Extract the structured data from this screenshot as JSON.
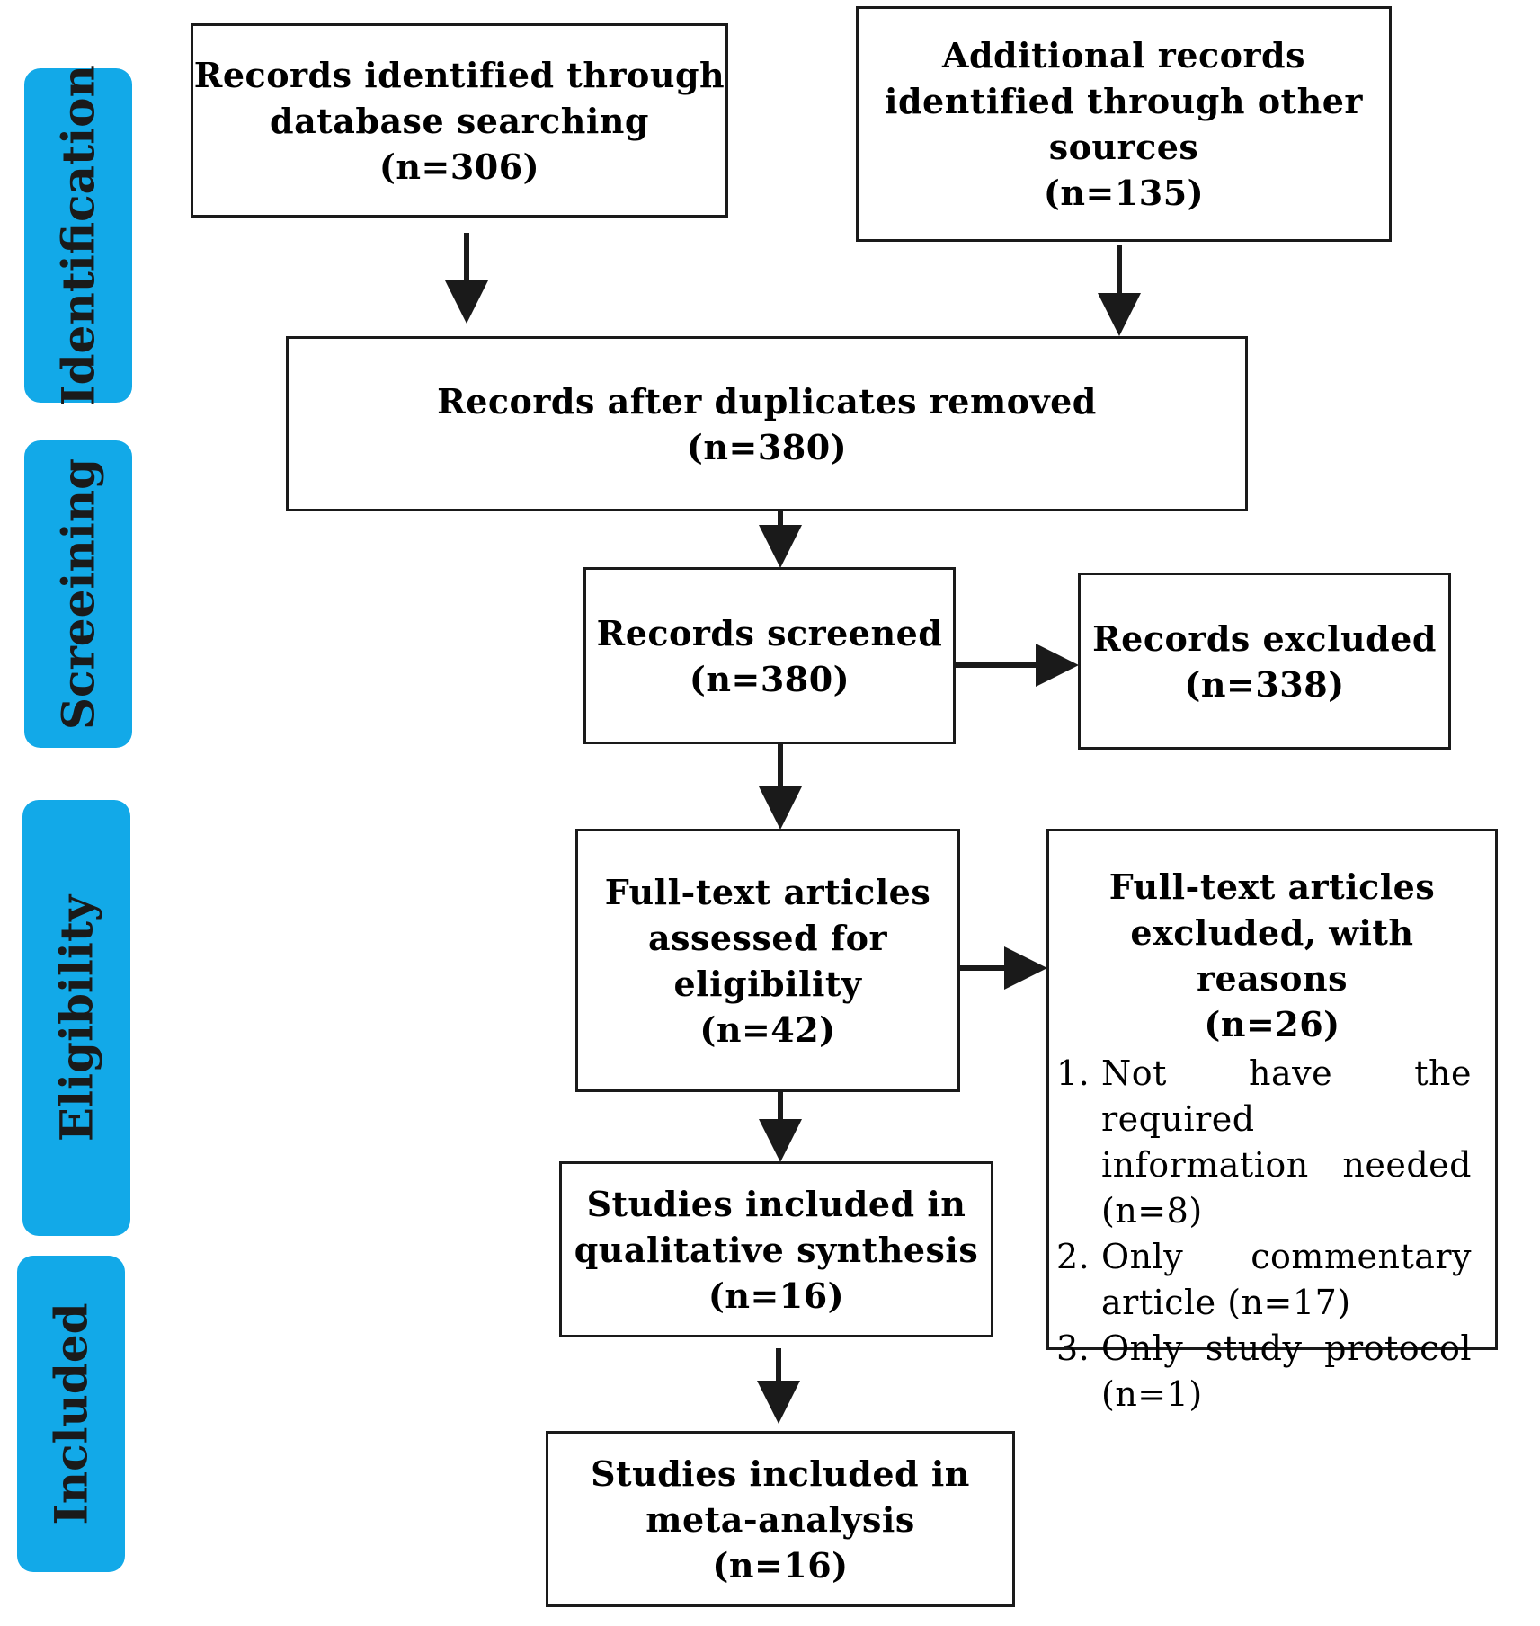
{
  "phases": [
    {
      "id": "identification",
      "label": "Identification"
    },
    {
      "id": "screening",
      "label": "Screeining"
    },
    {
      "id": "eligibility",
      "label": "Eligibility"
    },
    {
      "id": "included",
      "label": "Included"
    }
  ],
  "boxes": {
    "database": {
      "lines": [
        "Records identified through",
        "database searching",
        "(n=306)"
      ]
    },
    "other_sources": {
      "lines": [
        "Additional records",
        "identified through other",
        "sources",
        "(n=135)"
      ]
    },
    "duplicates_removed": {
      "lines": [
        "Records after duplicates removed",
        "(n=380)"
      ]
    },
    "screened": {
      "lines": [
        "Records screened",
        "(n=380)"
      ]
    },
    "excluded": {
      "lines": [
        "Records excluded",
        "(n=338)"
      ]
    },
    "fulltext_assessed": {
      "lines": [
        "Full-text articles",
        "assessed for",
        "eligibility",
        "(n=42)"
      ]
    },
    "fulltext_excluded": {
      "lines": [
        "Full-text articles",
        "excluded, with reasons",
        "(n=26)"
      ],
      "reasons": [
        {
          "num": "1.",
          "text": "Not have the required information needed (n=8)"
        },
        {
          "num": "2.",
          "text": "Only commentary article (n=17)"
        },
        {
          "num": "3.",
          "text": "Only study protocol (n=1)"
        }
      ]
    },
    "qualitative": {
      "lines": [
        "Studies included in",
        "qualitative synthesis",
        "(n=16)"
      ]
    },
    "meta_analysis": {
      "lines": [
        "Studies included in",
        "meta-analysis",
        "(n=16)"
      ]
    }
  }
}
